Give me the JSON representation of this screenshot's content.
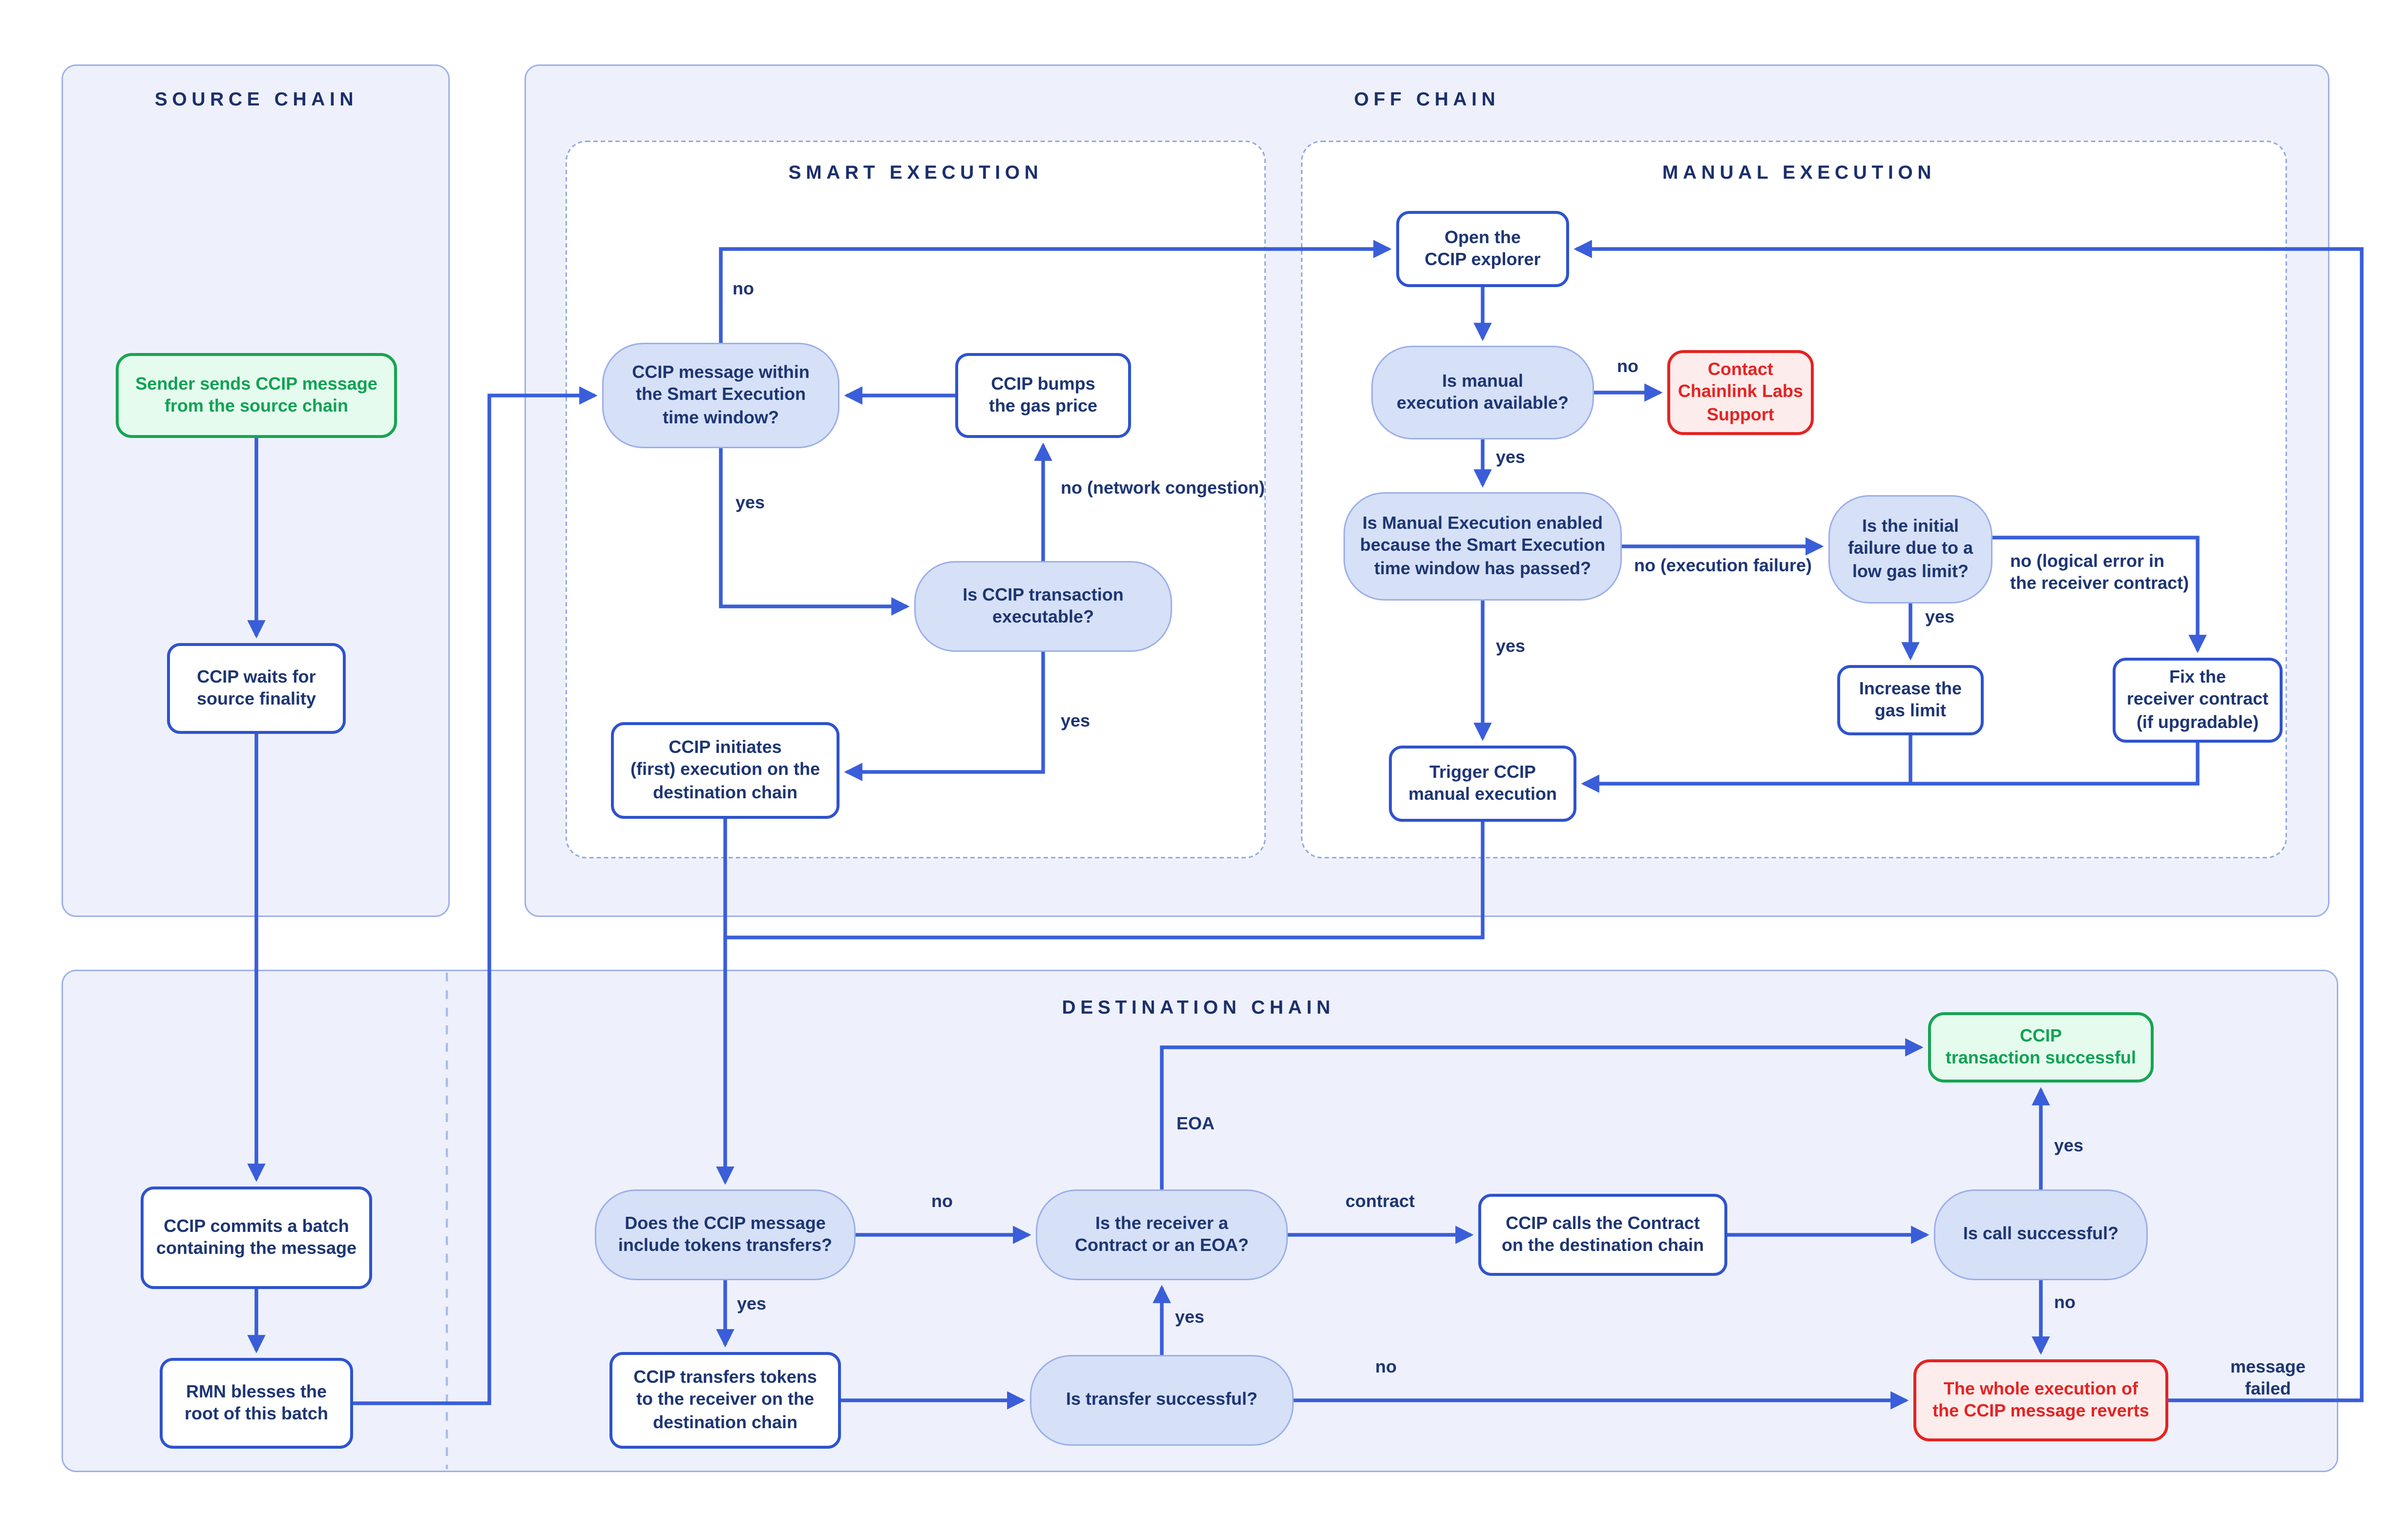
{
  "colors": {
    "bg": "#ffffff",
    "panel-fill": "#eef1fb",
    "panel-border": "#9db0ea",
    "dash-border": "#92a7e6",
    "line": "#3a5ed9",
    "node-border": "#2e53ce",
    "pill-fill": "#d6e0f7",
    "pill-border": "#9bafe9",
    "navy": "#1d3572",
    "title": "#1b2f6b",
    "green-border": "#16a552",
    "green-fill": "#e5fbee",
    "green-text": "#10a254",
    "red-border": "#e42322",
    "red-fill": "#fdecec",
    "red-text": "#e42322"
  },
  "panels": {
    "source": {
      "title": "SOURCE CHAIN"
    },
    "offchain": {
      "title": "OFF CHAIN"
    },
    "smart": {
      "title": "SMART EXECUTION"
    },
    "manual": {
      "title": "MANUAL EXECUTION"
    },
    "destination": {
      "title": "DESTINATION CHAIN"
    }
  },
  "nodes": {
    "sender": {
      "label": "Sender sends CCIP message\nfrom the source chain"
    },
    "waits": {
      "label": "CCIP waits for\nsource finality"
    },
    "commits": {
      "label": "CCIP commits a batch\ncontaining the message"
    },
    "rmn": {
      "label": "RMN blesses the\nroot of this batch"
    },
    "window": {
      "label": "CCIP message within\nthe Smart Execution\ntime window?"
    },
    "bumps": {
      "label": "CCIP bumps\nthe gas price"
    },
    "executable": {
      "label": "Is CCIP transaction\nexecutable?"
    },
    "initiates": {
      "label": "CCIP initiates\n(first) execution on the\ndestination chain"
    },
    "explorer": {
      "label": "Open the\nCCIP explorer"
    },
    "available": {
      "label": "Is manual\nexecution available?"
    },
    "contact": {
      "label": "Contact\nChainlink Labs\nSupport"
    },
    "enabled": {
      "label": "Is Manual Execution enabled\nbecause the Smart Execution\ntime window has passed?"
    },
    "initial": {
      "label": "Is the initial\nfailure due to a\nlow gas limit?"
    },
    "increase": {
      "label": "Increase the\ngas limit"
    },
    "fix": {
      "label": "Fix the\nreceiver contract\n(if upgradable)"
    },
    "trigger": {
      "label": "Trigger CCIP\nmanual execution"
    },
    "success": {
      "label": "CCIP\ntransaction successful"
    },
    "does": {
      "label": "Does the CCIP message\ninclude tokens transfers?"
    },
    "receiver": {
      "label": "Is the receiver a\nContract or an EOA?"
    },
    "calls": {
      "label": "CCIP calls the Contract\non the destination chain"
    },
    "callok": {
      "label": "Is call successful?"
    },
    "transfers": {
      "label": "CCIP transfers tokens\nto the receiver on the\ndestination chain"
    },
    "transferok": {
      "label": "Is transfer successful?"
    },
    "revert": {
      "label": "The whole execution of\nthe CCIP message reverts"
    }
  },
  "edge_labels": {
    "window_no": "no",
    "window_yes": "yes",
    "exec_no": "no (network congestion)",
    "exec_yes": "yes",
    "avail_no": "no",
    "avail_yes": "yes",
    "enabled_no": "no (execution failure)",
    "enabled_yes": "yes",
    "initial_yes": "yes",
    "initial_no": "no (logical error in\nthe receiver contract)",
    "does_no": "no",
    "does_yes": "yes",
    "eoa": "EOA",
    "contract": "contract",
    "call_yes": "yes",
    "call_no": "no",
    "transfer_yes": "yes",
    "transfer_no": "no",
    "msg_failed": "message failed"
  }
}
